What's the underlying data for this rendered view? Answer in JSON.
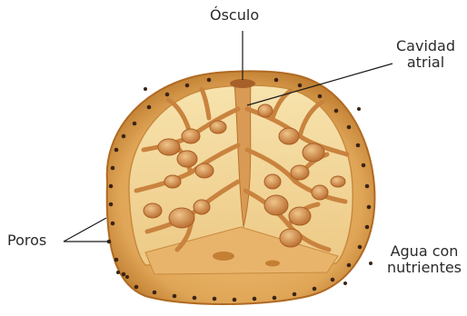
{
  "labels": {
    "osculo": "Ósculo",
    "cavidad_line1": "Cavidad",
    "cavidad_line2": "atrial",
    "poros": "Poros",
    "agua_line1": "Agua con",
    "agua_line2": "nutrientes"
  },
  "colors": {
    "sponge_body": "#e2ac5e",
    "sponge_edge": "#c47f2c",
    "cavity": "#f5dfa5",
    "canal": "#d8914a",
    "chamber": "#cf8642",
    "pore": "#3b2414",
    "leader_line": "#1a1a1a"
  }
}
